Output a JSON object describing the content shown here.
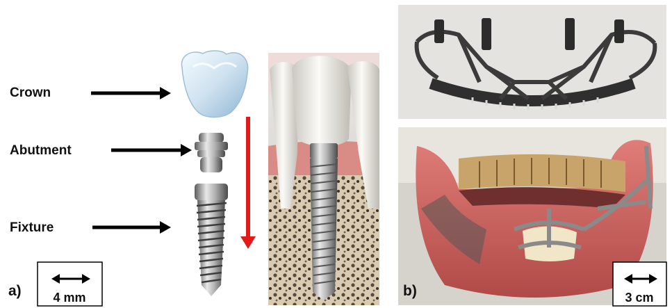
{
  "panel_a": {
    "panel_letter": "a)",
    "parts": [
      {
        "key": "crown",
        "label": "Crown"
      },
      {
        "key": "abutment",
        "label": "Abutment"
      },
      {
        "key": "fixture",
        "label": "Fixture"
      }
    ],
    "scale_bar": {
      "symbol": "↔",
      "text": "4 mm"
    }
  },
  "panel_b": {
    "panel_letter": "b)",
    "scale_bar": {
      "symbol": "↔",
      "text": "3 cm"
    }
  },
  "colors": {
    "arrow_black": "#000000",
    "arrow_red": "#e31b1b",
    "crown": "#cfe2f0",
    "metal": "#a8a8a8",
    "gum": "#c85a55",
    "framework": "#3a3a3a"
  }
}
